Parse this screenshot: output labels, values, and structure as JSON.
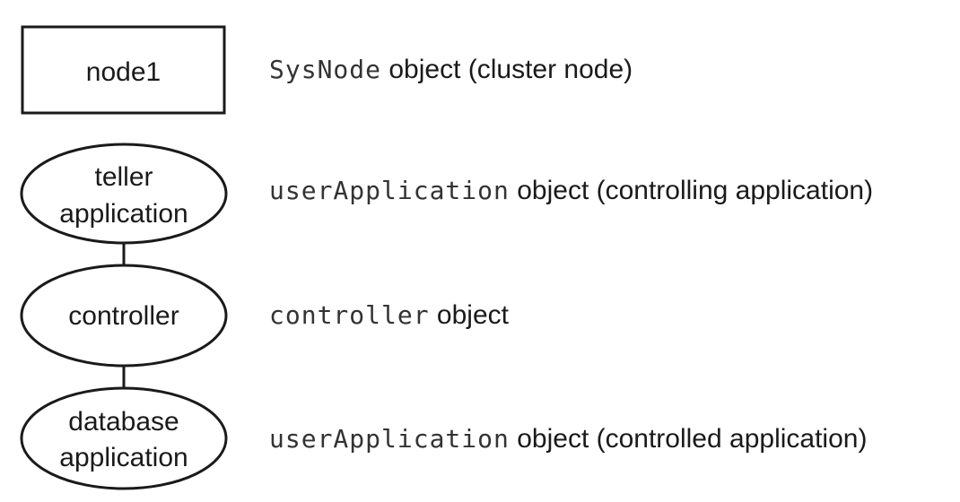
{
  "nodes": {
    "node1": {
      "label": "node1"
    },
    "teller": {
      "line1": "teller",
      "line2": "application"
    },
    "controller": {
      "label": "controller"
    },
    "database": {
      "line1": "database",
      "line2": "application"
    }
  },
  "legend": [
    {
      "class_name": "SysNode",
      "description": "object (cluster node)"
    },
    {
      "class_name": "userApplication",
      "description": "object (controlling application)"
    },
    {
      "class_name": "controller",
      "description": "object"
    },
    {
      "class_name": "userApplication",
      "description": "object (controlled application)"
    }
  ],
  "colors": {
    "stroke": "#1a1a1a",
    "text": "#1a1a1a",
    "mono_text": "#333333"
  }
}
